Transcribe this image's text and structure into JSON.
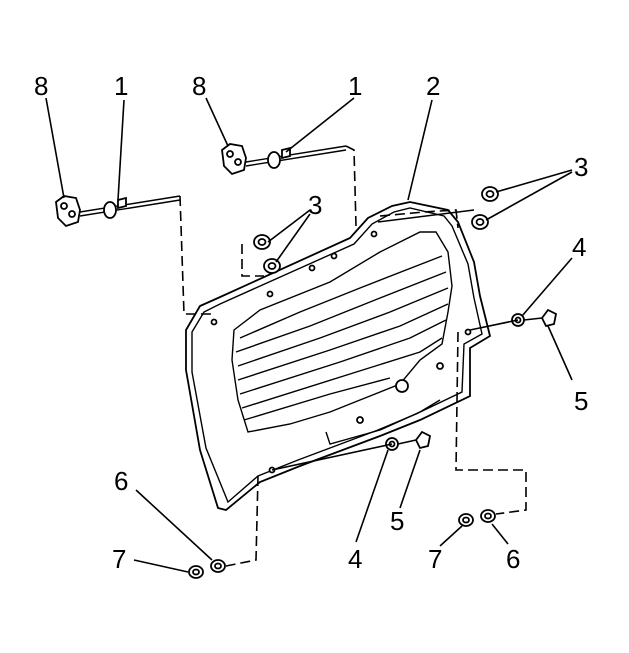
{
  "callouts": [
    {
      "id": "c8a",
      "text": "8"
    },
    {
      "id": "c1a",
      "text": "1"
    },
    {
      "id": "c8b",
      "text": "8"
    },
    {
      "id": "c1b",
      "text": "1"
    },
    {
      "id": "c2",
      "text": "2"
    },
    {
      "id": "c3a",
      "text": "3"
    },
    {
      "id": "c3b",
      "text": "3"
    },
    {
      "id": "c4a",
      "text": "4"
    },
    {
      "id": "c5a",
      "text": "5"
    },
    {
      "id": "c6a",
      "text": "6"
    },
    {
      "id": "c7a",
      "text": "7"
    },
    {
      "id": "c4b",
      "text": "4"
    },
    {
      "id": "c5b",
      "text": "5"
    },
    {
      "id": "c7b",
      "text": "7"
    },
    {
      "id": "c6b",
      "text": "6"
    }
  ]
}
